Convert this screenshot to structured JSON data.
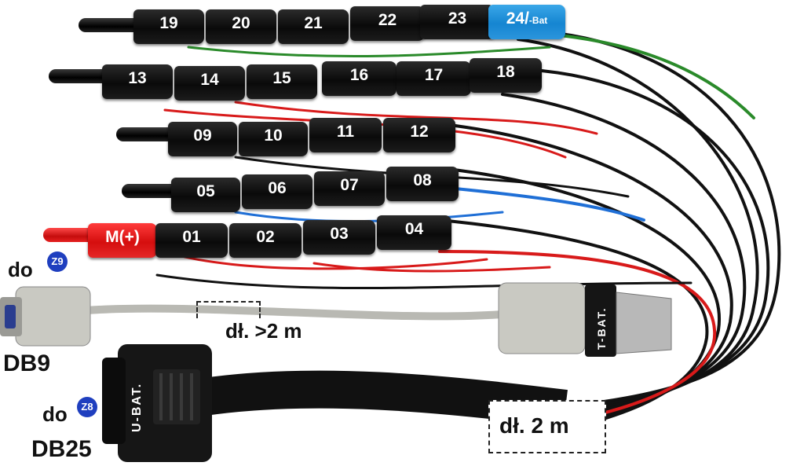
{
  "row1": [
    "19",
    "20",
    "21",
    "22",
    "23"
  ],
  "row1_special": {
    "main": "24/",
    "sub": "-Bat"
  },
  "row2": [
    "13",
    "14",
    "15",
    "16",
    "17",
    "18"
  ],
  "row3": [
    "09",
    "10",
    "11",
    "12"
  ],
  "row4": [
    "05",
    "06",
    "07",
    "08"
  ],
  "row5_special": "M(+)",
  "row5": [
    "01",
    "02",
    "03",
    "04"
  ],
  "db9": {
    "prefix": "do",
    "badge": "Z9",
    "name": "DB9"
  },
  "db25": {
    "prefix": "do",
    "badge": "Z8",
    "name": "DB25"
  },
  "tbat_label": "T-BAT.",
  "ubat_label": "U-BAT.",
  "length_gray": "dł. >2 m",
  "length_black": "dł. 2 m",
  "colors": {
    "wire_black": "#111111",
    "wire_red": "#d81a1a",
    "wire_green": "#2a8a2a",
    "wire_blue": "#1f6fd6",
    "connector_gray": "#c8c8c0"
  }
}
